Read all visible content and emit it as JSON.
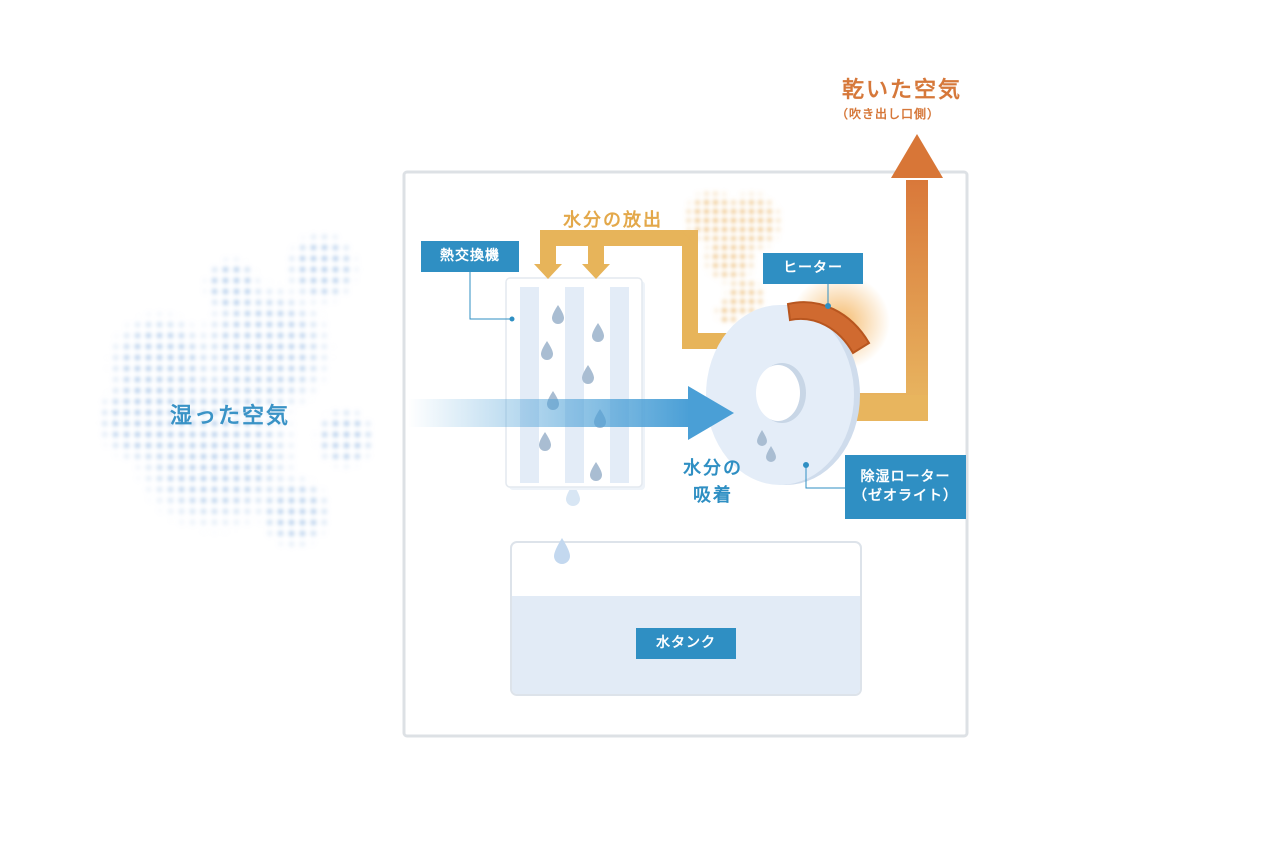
{
  "labels": {
    "humid_air": "湿った空気",
    "dry_air": "乾いた空気",
    "dry_air_sub": "（吹き出し口側）",
    "moisture_release": "水分の放出",
    "heat_exchanger": "熱交換機",
    "heater": "ヒーター",
    "adsorption_line1": "水分の",
    "adsorption_line2": "吸着",
    "rotor_line1": "除湿ローター",
    "rotor_line2": "（ゼオライト）",
    "water_tank": "水タンク"
  },
  "colors": {
    "blue_label": "#2f8fc3",
    "humid_text": "#3a93c6",
    "dry_text": "#d6783a",
    "release_text": "#e3a84a",
    "warm_arrow": "#e7b45a",
    "hot_arrow": "#d9783a",
    "cool_arrow": "#4a9fd6",
    "rotor": "#e4edf8",
    "heater": "#d06a30"
  },
  "icons": [
    "arrow-up-icon",
    "arrow-right-icon",
    "water-drop-icon"
  ]
}
